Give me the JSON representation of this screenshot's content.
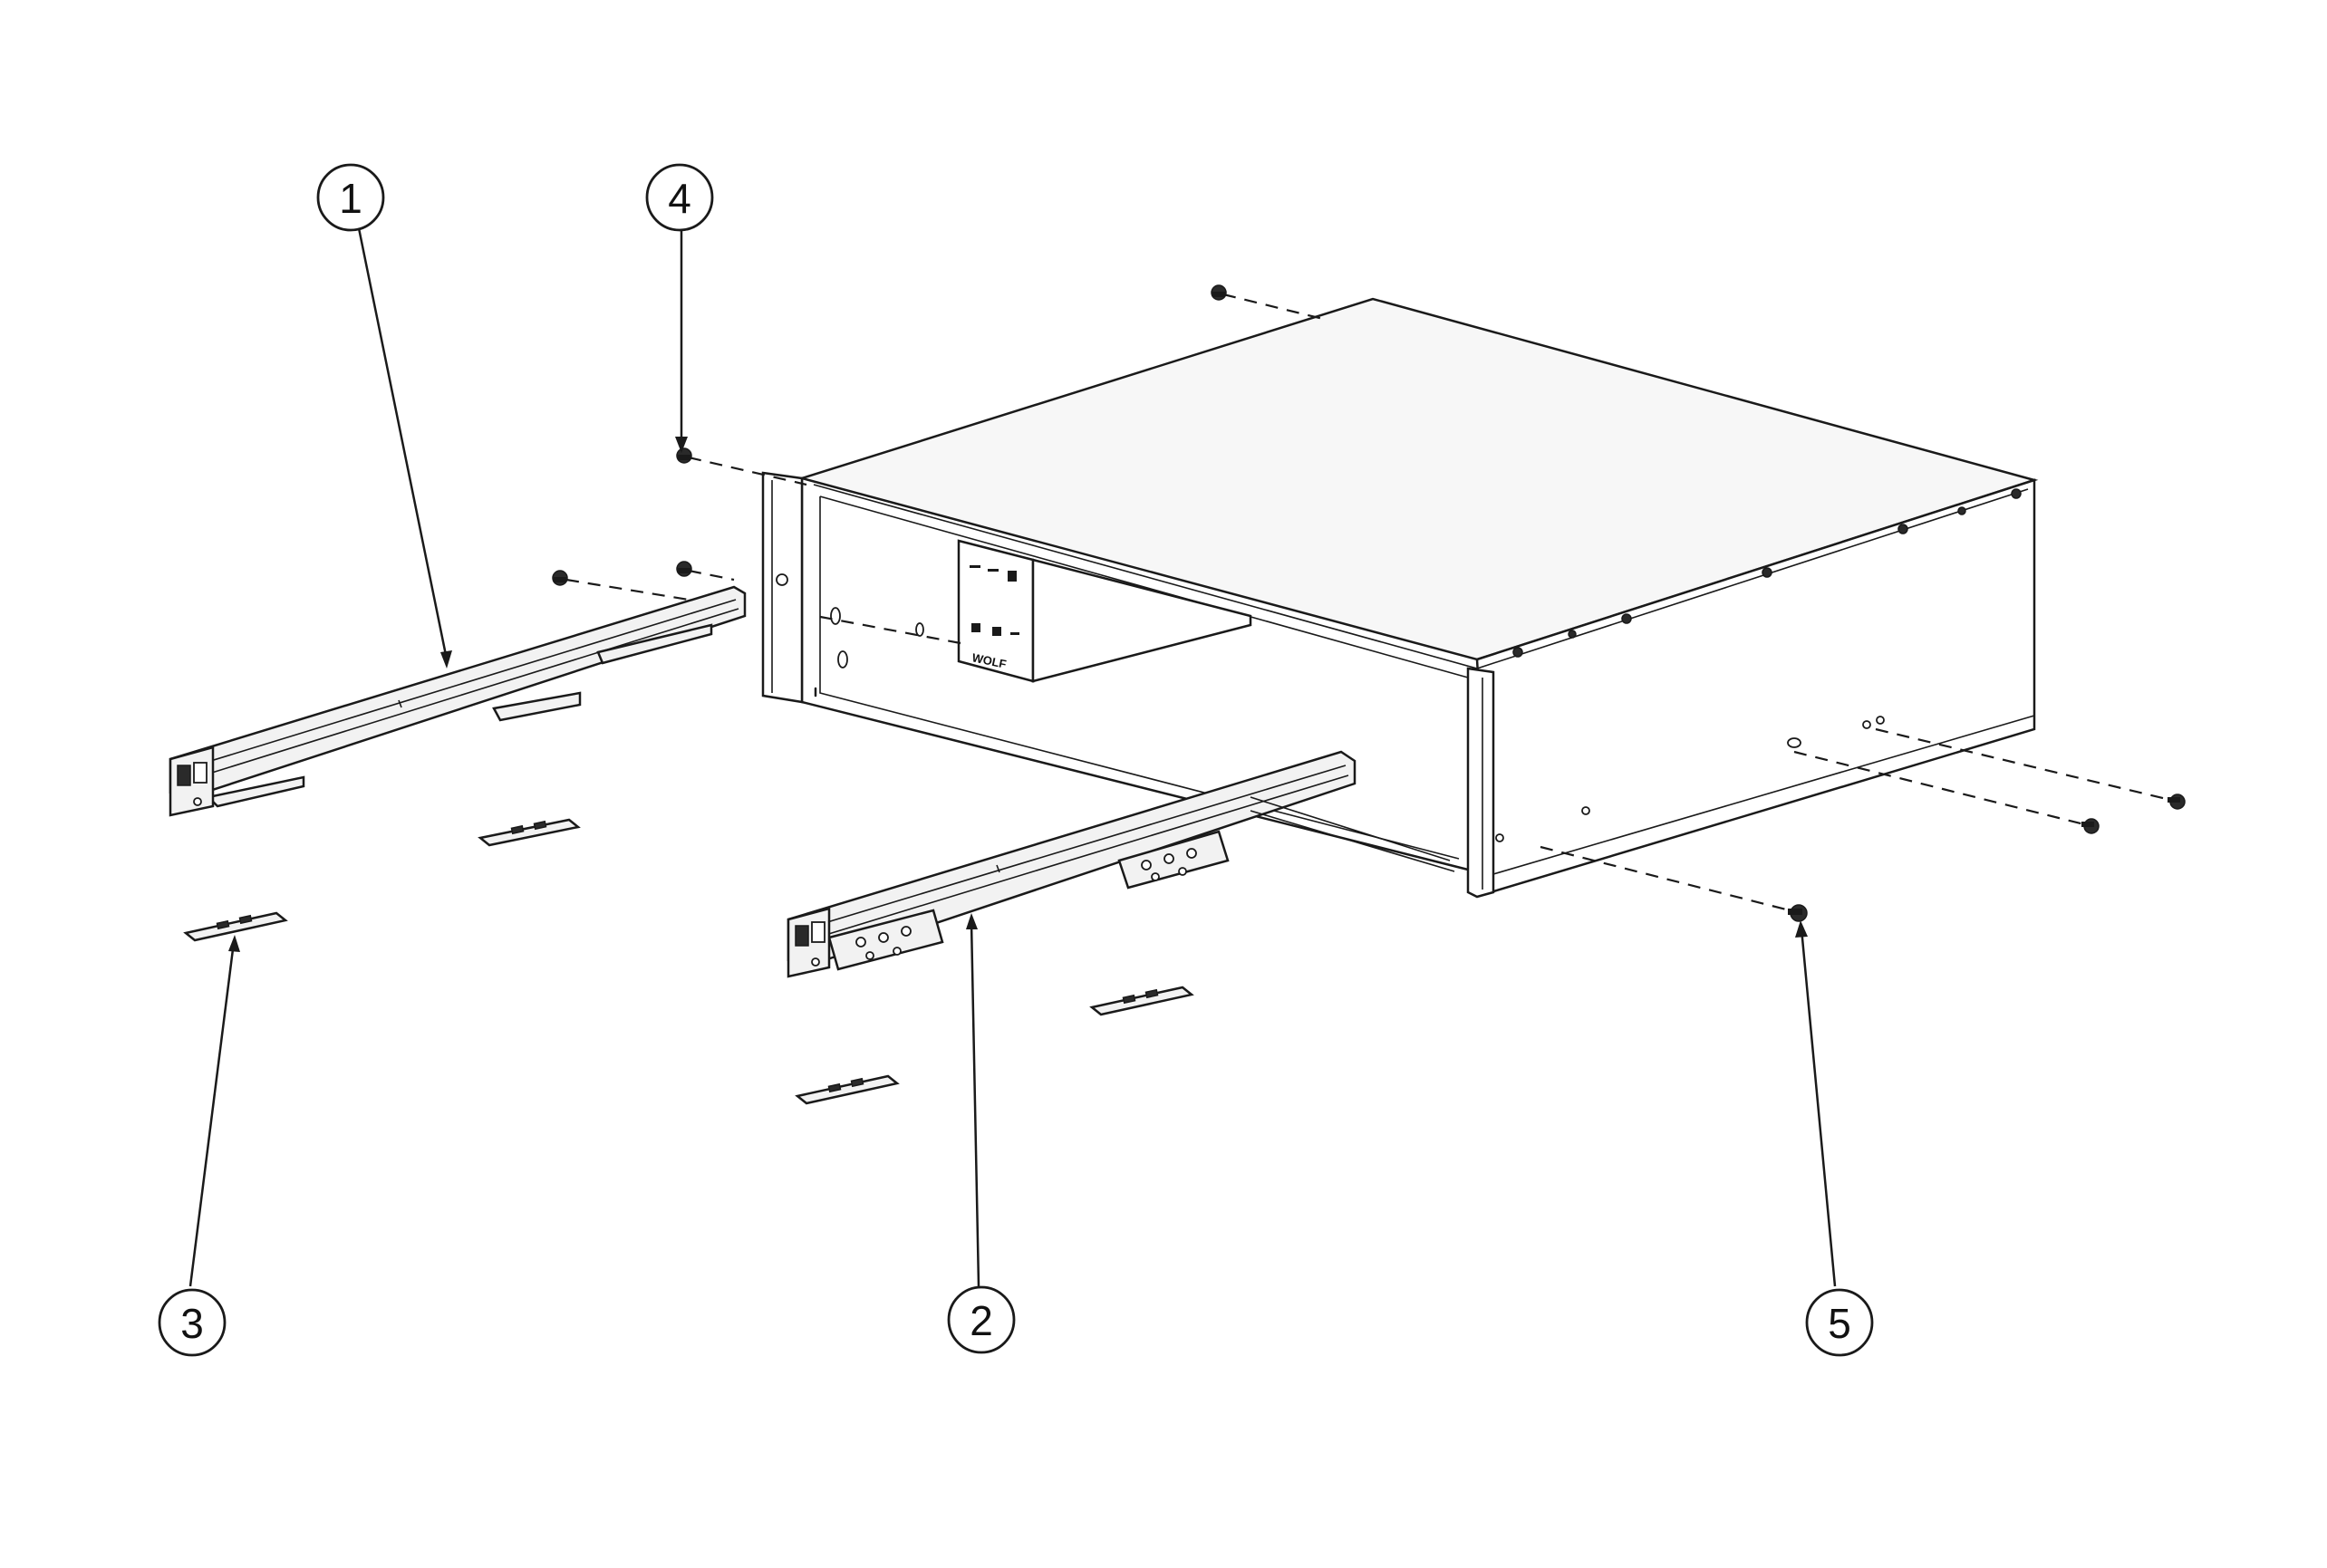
{
  "diagram": {
    "callouts": [
      {
        "id": "1",
        "label": "1"
      },
      {
        "id": "2",
        "label": "2"
      },
      {
        "id": "3",
        "label": "3"
      },
      {
        "id": "4",
        "label": "4"
      },
      {
        "id": "5",
        "label": "5"
      }
    ],
    "panel_label": "WOLF",
    "colors": {
      "line": "#1a1a1a",
      "background": "#ffffff",
      "shade": "#f2f2f2"
    }
  }
}
